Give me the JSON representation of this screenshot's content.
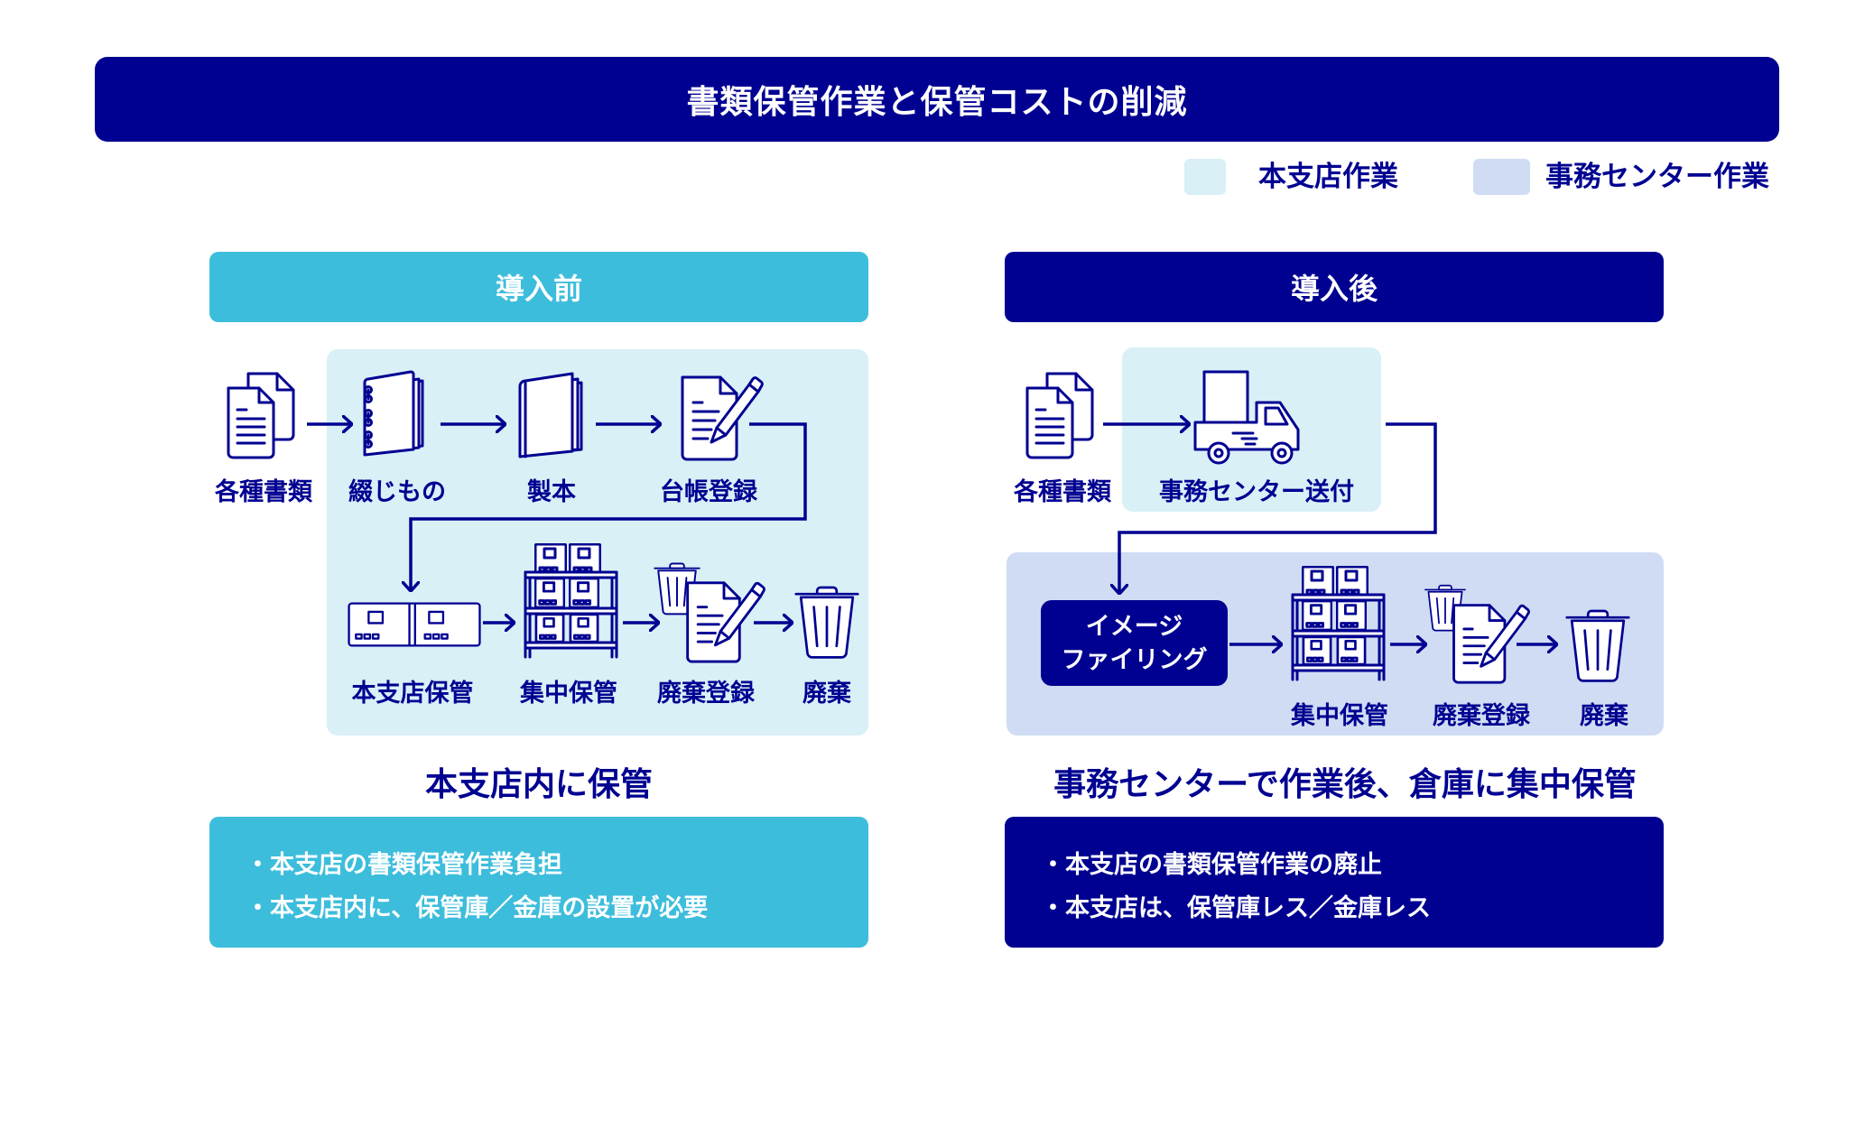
{
  "title": "書類保管作業と保管コストの削減",
  "legend": [
    {
      "label": "本支店作業",
      "color": "#d8f0f6"
    },
    {
      "label": "事務センター作業",
      "color": "#cfdcf3"
    }
  ],
  "colors": {
    "navy": "#000091",
    "cyan": "#3dbddc",
    "branch_panel": "#d8f0f6",
    "center_panel": "#cfdcf3"
  },
  "before": {
    "header": "導入前",
    "row1": [
      {
        "label": "各種書類",
        "icon": "documents-icon"
      },
      {
        "label": "綴じもの",
        "icon": "binder-icon"
      },
      {
        "label": "製本",
        "icon": "book-icon"
      },
      {
        "label": "台帳登録",
        "icon": "ledger-pen-icon"
      }
    ],
    "row2": [
      {
        "label": "本支店保管",
        "icon": "storage-boxes-icon"
      },
      {
        "label": "集中保管",
        "icon": "shelf-boxes-icon"
      },
      {
        "label": "廃棄登録",
        "icon": "disposal-register-icon"
      },
      {
        "label": "廃棄",
        "icon": "trash-icon"
      }
    ],
    "subtitle": "本支店内に保管",
    "summary": [
      "・本支店の書類保管作業負担",
      "・本支店内に、保管庫／金庫の設置が必要"
    ]
  },
  "after": {
    "header": "導入後",
    "row1": [
      {
        "label": "各種書類",
        "icon": "documents-icon"
      },
      {
        "label": "事務センター送付",
        "icon": "truck-icon"
      }
    ],
    "image_filing": [
      "イメージ",
      "ファイリング"
    ],
    "row2": [
      {
        "label": "集中保管",
        "icon": "shelf-boxes-icon"
      },
      {
        "label": "廃棄登録",
        "icon": "disposal-register-icon"
      },
      {
        "label": "廃棄",
        "icon": "trash-icon"
      }
    ],
    "subtitle": "事務センターで作業後、倉庫に集中保管",
    "summary": [
      "・本支店の書類保管作業の廃止",
      "・本支店は、保管庫レス／金庫レス"
    ]
  }
}
